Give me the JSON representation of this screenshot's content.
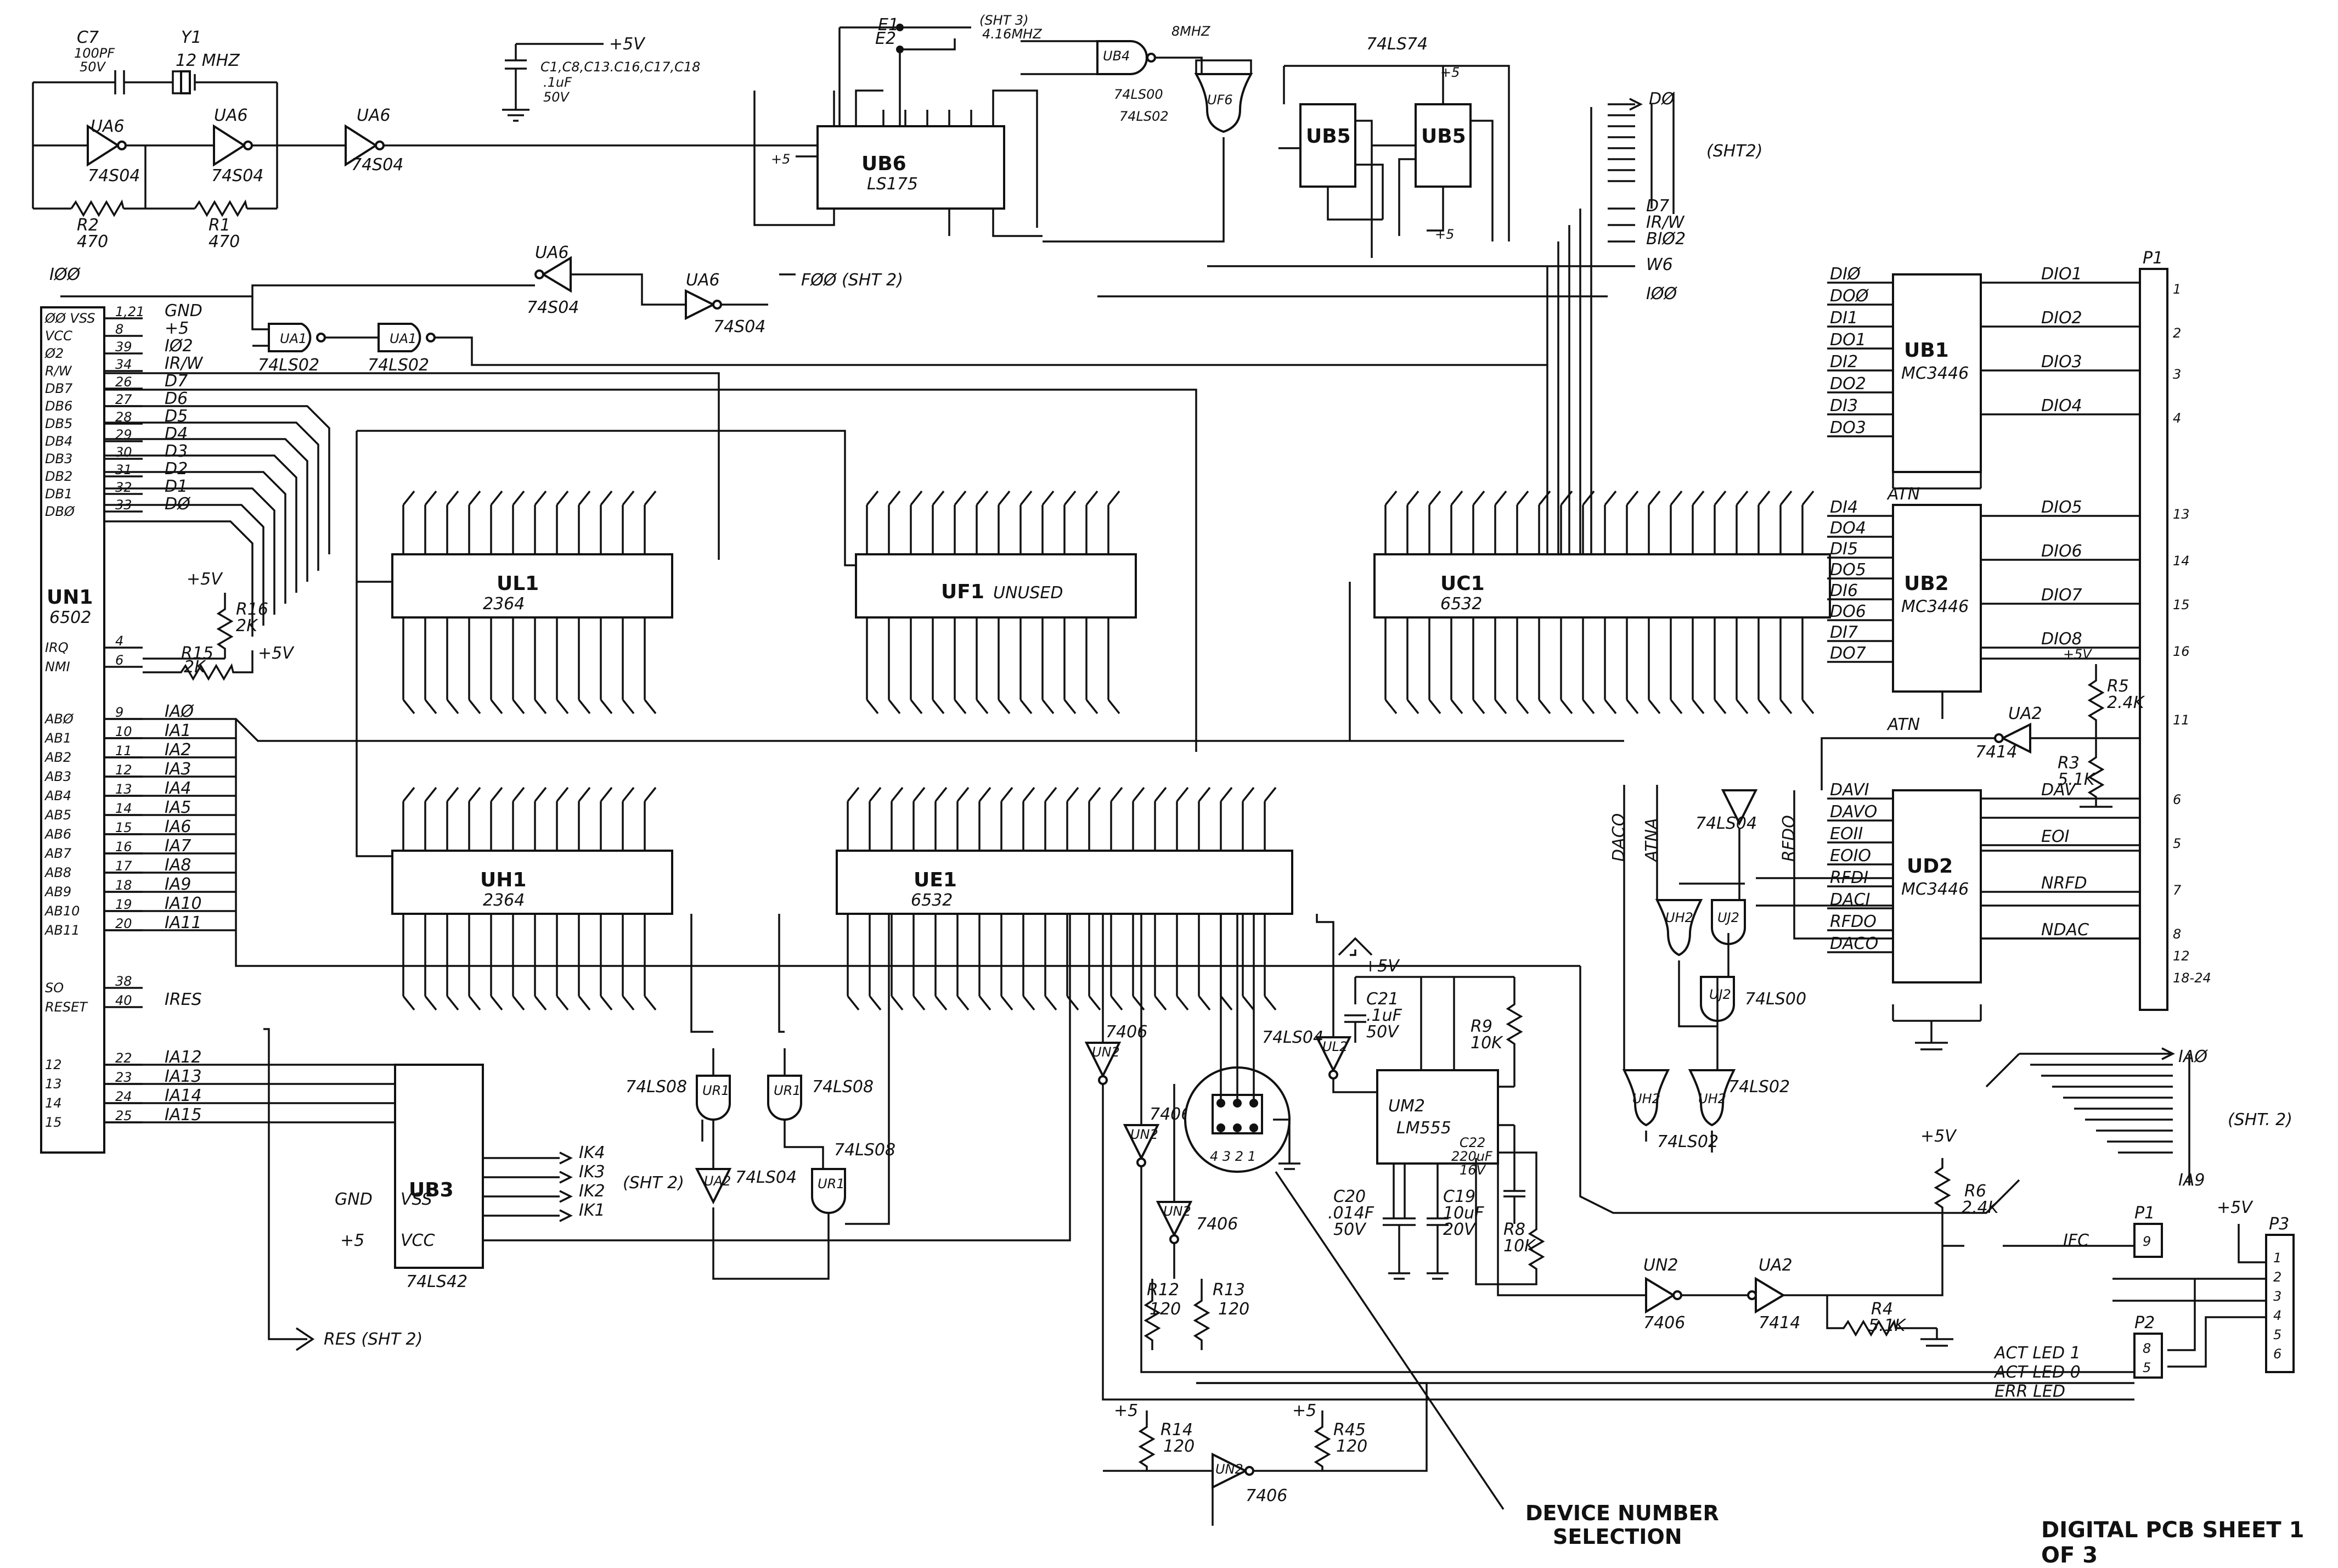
{
  "sheet_label": "DIGITAL PCB SHEET 1 OF 3",
  "callout": {
    "line1": "DEVICE NUMBER",
    "line2": "SELECTION"
  },
  "chips": {
    "UN1": {
      "ref": "UN1",
      "part": "6502"
    },
    "UL1": {
      "ref": "UL1",
      "part": "2364"
    },
    "UH1": {
      "ref": "UH1",
      "part": "2364"
    },
    "UF1": {
      "ref": "UF1",
      "part": "UNUSED"
    },
    "UC1": {
      "ref": "UC1",
      "part": "6532"
    },
    "UE1": {
      "ref": "UE1",
      "part": "6532"
    },
    "UB1": {
      "ref": "UB1",
      "part": "MC3446"
    },
    "UB2": {
      "ref": "UB2",
      "part": "MC3446"
    },
    "UD2": {
      "ref": "UD2",
      "part": "MC3446"
    },
    "UB3": {
      "ref": "UB3",
      "part": "74LS42"
    },
    "UB6": {
      "ref": "UB6",
      "part": "LS175"
    },
    "UB5a": {
      "ref": "UB5",
      "part": ""
    },
    "UB5b": {
      "ref": "UB5",
      "part": ""
    },
    "UM2": {
      "ref": "UM2",
      "part": "LM555"
    },
    "P1": {
      "ref": "P1"
    },
    "P1b": {
      "ref": "P1"
    },
    "P2": {
      "ref": "P2"
    },
    "P3": {
      "ref": "P3"
    }
  },
  "top_labels": {
    "c7": "C7",
    "c7_val": "100PF",
    "c7_v": "50V",
    "y1": "Y1",
    "y1_val": "12 MHZ",
    "ua6_a": "UA6",
    "ua6_b": "UA6",
    "ua6_c": "UA6",
    "p74s04_a": "74S04",
    "p74s04_b": "74S04",
    "p74s04_c": "74S04",
    "r2": "R2",
    "r2_val": "470",
    "r1": "R1",
    "r1_val": "470",
    "plus5v": "+5V",
    "caps": "C1,C8,C13.C16,C17,C18",
    "caps_val": ".1uF",
    "caps_v": "50V",
    "e1": "E1",
    "e2": "E2",
    "sht3": "(SHT 3)",
    "mhz416": "4.16MHZ",
    "ub4": "UB4",
    "ls00": "74LS00",
    "mhz8": "8MHZ",
    "uf6": "UF6",
    "ls02": "74LS02",
    "ls74": "74LS74",
    "d0": "DØ",
    "d7": "D7",
    "irw": "IR/W",
    "bi02": "BIØ2",
    "w6": "W6",
    "i00_out": "IØØ",
    "sht2": "(SHT2)",
    "f00": "FØØ (SHT 2)",
    "io0": "IØØ"
  },
  "cpu_pins": [
    "ØØ VSS",
    "VCC",
    "Ø2",
    "R/W",
    "DB7",
    "DB6",
    "DB5",
    "DB4",
    "DB3",
    "DB2",
    "DB1",
    "DBØ",
    "IRQ",
    "NMI",
    "ABØ",
    "AB1",
    "AB2",
    "AB3",
    "AB4",
    "AB5",
    "AB6",
    "AB7",
    "AB8",
    "AB9",
    "AB10",
    "AB11",
    "SO",
    "RESET",
    "12",
    "13",
    "14",
    "15"
  ],
  "cpu_nets": [
    "GND",
    "+5",
    "IØ2",
    "IR/W",
    "D7",
    "D6",
    "D5",
    "D4",
    "D3",
    "D2",
    "D1",
    "DØ",
    "",
    "",
    "IAØ",
    "IA1",
    "IA2",
    "IA3",
    "IA4",
    "IA5",
    "IA6",
    "IA7",
    "IA8",
    "IA9",
    "IA10",
    "IA11",
    "",
    "IRES",
    "IA12",
    "IA13",
    "IA14",
    "IA15"
  ],
  "cpu_pin_numbers": [
    "1,21",
    "8",
    "39",
    "34",
    "26",
    "27",
    "28",
    "29",
    "30",
    "31",
    "32",
    "33",
    "4",
    "6",
    "9",
    "10",
    "11",
    "12",
    "13",
    "14",
    "15",
    "16",
    "17",
    "18",
    "19",
    "20",
    "38",
    "40",
    "22",
    "23",
    "24",
    "25"
  ],
  "misc": {
    "r16": "R16",
    "r16_val": "2K",
    "r15": "R15",
    "r15_val": "2K",
    "plus5": "+5V",
    "i00_top": "IØØ",
    "ua1_a": "UA1",
    "ua1_b": "UA1",
    "ls02_a": "74LS02",
    "ls02_b": "74LS02",
    "ur1": "UR1",
    "ls08_a": "74LS08",
    "ls08_b": "74LS08",
    "ls08_c": "74LS08",
    "ua2": "UA2",
    "ls04": "74LS04",
    "ik4": "IK4",
    "ik3": "IK3",
    "ik2": "IK2",
    "ik1": "IK1",
    "sht2_k": "(SHT 2)",
    "res_sht2": "RES (SHT 2)",
    "gnd": "GND",
    "vss": "VSS",
    "vcc": "VCC",
    "plus5_b": "+5",
    "un2_a": "UN2",
    "un2_b": "UN2",
    "un2_c": "UN2",
    "un2_d": "UN2",
    "p7406": "7406",
    "ul2": "UL2",
    "p74ls04": "74LS04",
    "c21": "C21",
    "c21_val": ".1uF",
    "c21_v": "50V",
    "r9": "R9",
    "r9_val": "10K",
    "c22": "C22",
    "c22_val": "220uF",
    "c22_v": "16V",
    "c20": "C20",
    "c20_val": ".014F",
    "c20_v": "50V",
    "c19": "C19",
    "c19_val": "10uF",
    "c19_v": "20V",
    "r8": "R8",
    "r8_val": "10K",
    "r12": "R12",
    "r12_val": "120",
    "r13": "R13",
    "r13_val": "120",
    "r14": "R14",
    "r14_val": "120",
    "r45": "R45",
    "r45_val": "120",
    "r6": "R6",
    "r6_val": "2.4K",
    "r4": "R4",
    "r4_val": "5.1K",
    "r5": "R5",
    "r5_val": "2.4K",
    "r3": "R3",
    "r3_val": "5.1K",
    "p7414": "7414",
    "ifc": "IFC",
    "act_led1": "ACT LED 1",
    "act_led0": "ACT LED 0",
    "err_led": "ERR LED",
    "ia0_out": "IAØ",
    "ia9_out": "IA9",
    "sht2_ia": "(SHT. 2)",
    "atn": "ATN",
    "atn2": "ATN",
    "daco": "DACO",
    "atna": "ATNA",
    "rfdo": "RFDO",
    "uj2": "UJ2",
    "uh2": "UH2",
    "p74ls00": "74LS00",
    "p74ls02": "74LS02"
  },
  "ub1_left": [
    "DIØ",
    "DOØ",
    "DI1",
    "DO1",
    "DI2",
    "DO2",
    "DI3",
    "DO3"
  ],
  "ub1_right": [
    "DIO1",
    "DIO2",
    "DIO3",
    "DIO4"
  ],
  "ub2_left": [
    "DI4",
    "DO4",
    "DI5",
    "DO5",
    "DI6",
    "DO6",
    "DI7",
    "DO7"
  ],
  "ub2_right": [
    "DIO5",
    "DIO6",
    "DIO7",
    "DIO8"
  ],
  "ud2_left": [
    "DAVI",
    "DAVO",
    "EOII",
    "EOIO",
    "RFDI",
    "DACI",
    "RFDO",
    "DACO"
  ],
  "ud2_right": [
    "DAV",
    "EOI",
    "NRFD",
    "NDAC"
  ],
  "p1_pins": [
    "1",
    "2",
    "3",
    "4",
    "13",
    "14",
    "15",
    "16",
    "11",
    "6",
    "5",
    "7",
    "8",
    "12",
    "18-24"
  ]
}
